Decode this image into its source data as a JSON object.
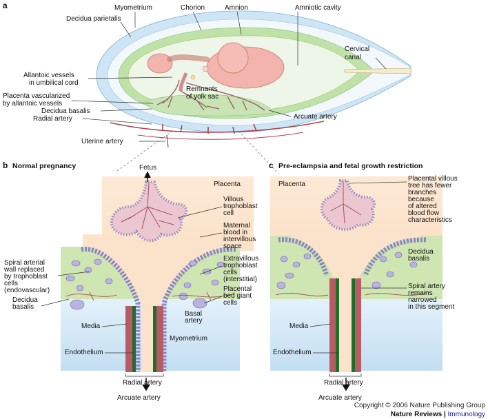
{
  "panel_a": {
    "letter": "a",
    "labels": {
      "myometrium": "Myometrium",
      "chorion": "Chorion",
      "amnion": "Amnion",
      "amniotic_cavity": "Amniotic cavity",
      "decidua_parietalis": "Decidua parietalis",
      "cervical_canal_1": "Cervical",
      "cervical_canal_2": "canal",
      "allantoic_1": "Allantoic vessels",
      "allantoic_2": "in umbilical cord",
      "placenta_vasc_1": "Placenta vascularized",
      "placenta_vasc_2": "by allantoic vessels",
      "yolk_1": "Remnants",
      "yolk_2": "of yolk sac",
      "decidua_basalis": "Decidua basalis",
      "radial_artery": "Radial artery",
      "arcuate_artery": "Arcuate artery",
      "uterine_artery": "Uterine artery"
    }
  },
  "panel_b": {
    "letter": "b",
    "title": "Normal pregnancy",
    "labels": {
      "fetus": "Fetus",
      "placenta": "Placenta",
      "villous_1": "Villous",
      "villous_2": "trophoblast",
      "villous_3": "cell",
      "maternal_1": "Maternal",
      "maternal_2": "blood in",
      "maternal_3": "intervillous",
      "maternal_4": "space",
      "extravillous_1": "Extravillous",
      "extravillous_2": "trophoblast",
      "extravillous_3": "cells",
      "extravillous_4": "(interstitial)",
      "giant_1": "Placental",
      "giant_2": "bed giant",
      "giant_3": "cells",
      "spiral_1": "Spiral arterial",
      "spiral_2": "wall replaced",
      "spiral_3": "by trophoblast",
      "spiral_4": "cells",
      "spiral_5": "(endovascular)",
      "decidua_1": "Decidua",
      "decidua_2": "basalis",
      "basal_1": "Basal",
      "basal_2": "artery",
      "media": "Media",
      "myometrium": "Myometrium",
      "endothelium": "Endothelium",
      "radial_artery": "Radial artery",
      "arcuate_artery": "Arcuate artery"
    }
  },
  "panel_c": {
    "letter": "c",
    "title": "Pre-eclampsia and fetal growth restriction",
    "labels": {
      "placenta": "Placenta",
      "villous_1": "Placental villous",
      "villous_2": "tree has fewer",
      "villous_3": "branches",
      "villous_4": "because",
      "villous_5": "of altered",
      "villous_6": "blood flow",
      "villous_7": "characteristics",
      "decidua_1": "Decidua",
      "decidua_2": "basalis",
      "spiral_1": "Spiral artery",
      "spiral_2": "remains",
      "spiral_3": "narrowed",
      "spiral_4": "in this segment",
      "media": "Media",
      "endothelium": "Endothelium",
      "radial_artery": "Radial artery",
      "arcuate_artery": "Arcuate artery"
    }
  },
  "footer": {
    "copyright": "Copyright © 2006 Nature Publishing Group",
    "journal": "Nature Reviews",
    "separator": " | ",
    "section": "Immunology"
  },
  "colors": {
    "myometrium_blue": "#cfe6f6",
    "chorion_green": "#b9dfa6",
    "placenta_bg": "#fce8d2",
    "villous_fill": "#e8c4cf",
    "trophoblast_cell": "#b7b1dc",
    "artery_red": "#b0424c",
    "endothelium_green": "#1f6f2c",
    "journal_blue": "#1a1a8c"
  }
}
